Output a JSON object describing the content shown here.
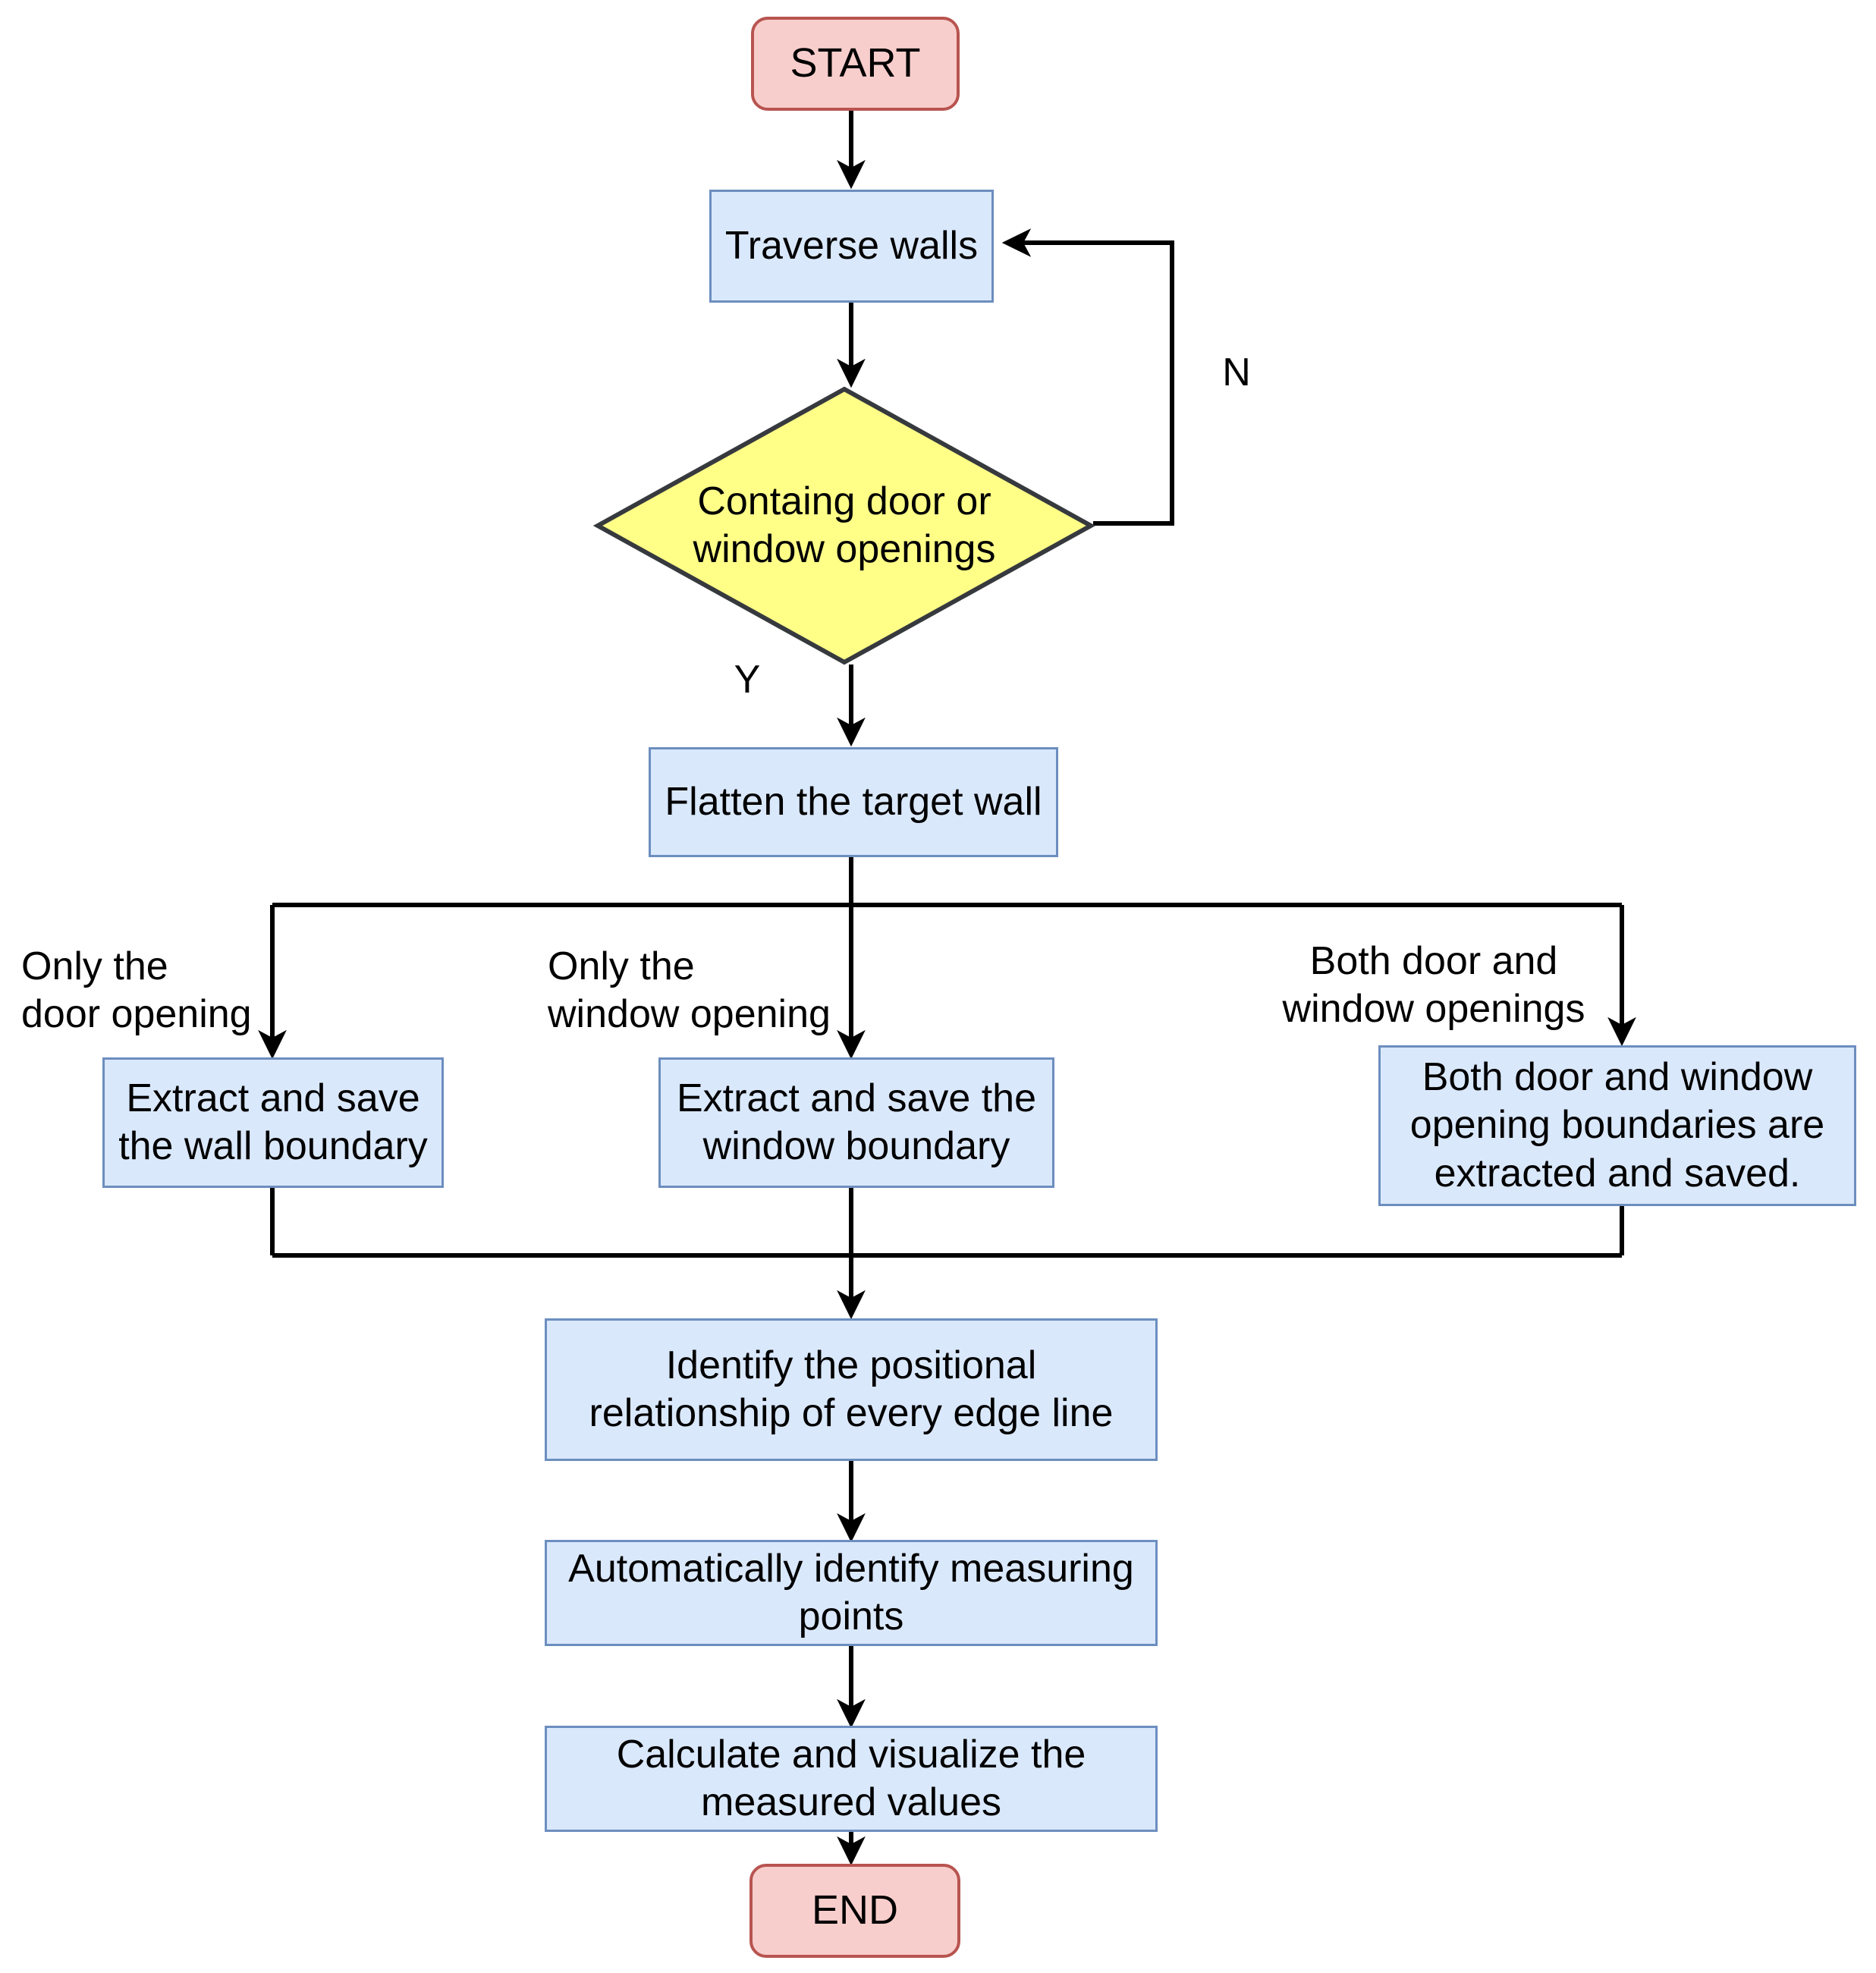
{
  "diagram": {
    "type": "flowchart",
    "title": "",
    "colors": {
      "terminator_fill": "#f8cecc",
      "terminator_border": "#b85450",
      "process_fill": "#dae8fc",
      "process_border": "#6c8ebf",
      "decision_fill": "#ffff88",
      "decision_border": "#36393d",
      "connector": "#000000",
      "background": "#ffffff"
    },
    "nodes": {
      "start": {
        "label": "START",
        "shape": "terminator"
      },
      "traverse_walls": {
        "label": "Traverse walls",
        "shape": "process"
      },
      "decision": {
        "label": "Containg door or\nwindow openings",
        "shape": "decision"
      },
      "flatten_wall": {
        "label": "Flatten the target wall",
        "shape": "process"
      },
      "extract_wall": {
        "label": "Extract and save\nthe wall boundary",
        "shape": "process"
      },
      "extract_window": {
        "label": "Extract and save the\nwindow boundary",
        "shape": "process"
      },
      "extract_both": {
        "label": "Both door and window\nopening boundaries are\nextracted and saved.",
        "shape": "process"
      },
      "identify_positional": {
        "label": "Identify the positional\nrelationship of  every edge line",
        "shape": "process"
      },
      "identify_points": {
        "label": "Automatically identify measuring\npoints",
        "shape": "process"
      },
      "calculate": {
        "label": "Calculate and visualize the\nmeasured values",
        "shape": "process"
      },
      "end": {
        "label": "END",
        "shape": "terminator"
      }
    },
    "edge_labels": {
      "no": "N",
      "yes": "Y",
      "branch_door": "Only the\ndoor opening",
      "branch_window": "Only the\nwindow opening",
      "branch_both": "Both  door and\nwindow openings"
    }
  }
}
